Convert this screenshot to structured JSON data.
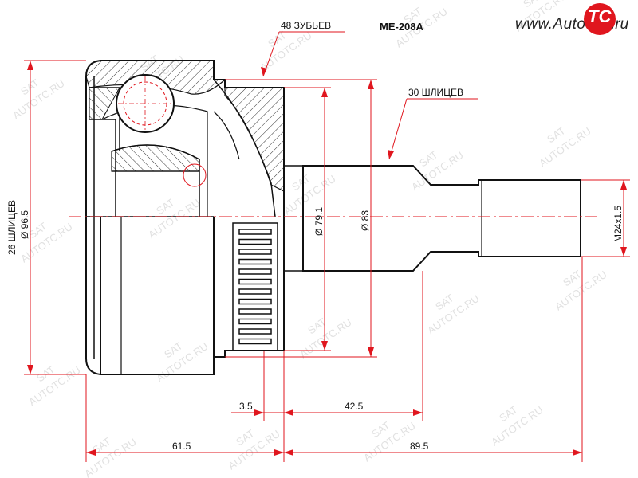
{
  "part_code": "ME-208A",
  "callouts": {
    "teeth": "48 ЗУБЬЕВ",
    "outer_splines": "30 ШЛИЦЕВ",
    "inner_splines": "26 ШЛИЦЕВ"
  },
  "dimensions": {
    "d_body": "Ø 96.5",
    "d_ring": "Ø 79.1",
    "d_ring_outer": "Ø 83",
    "thread": "M24x1.5",
    "offset": "3.5",
    "shaft_len": "42.5",
    "body_len": "61.5",
    "stub_len": "89.5"
  },
  "logo": {
    "prefix": "www.Auto",
    "emblem": "TC",
    "suffix": ".ru"
  },
  "watermark": {
    "text": "AUTOTC.RU",
    "brand": "SAT"
  },
  "colors": {
    "line": "#111111",
    "dimension": "#e0161e",
    "watermark": "#c9c9c9",
    "logo_red": "#e0161e"
  }
}
